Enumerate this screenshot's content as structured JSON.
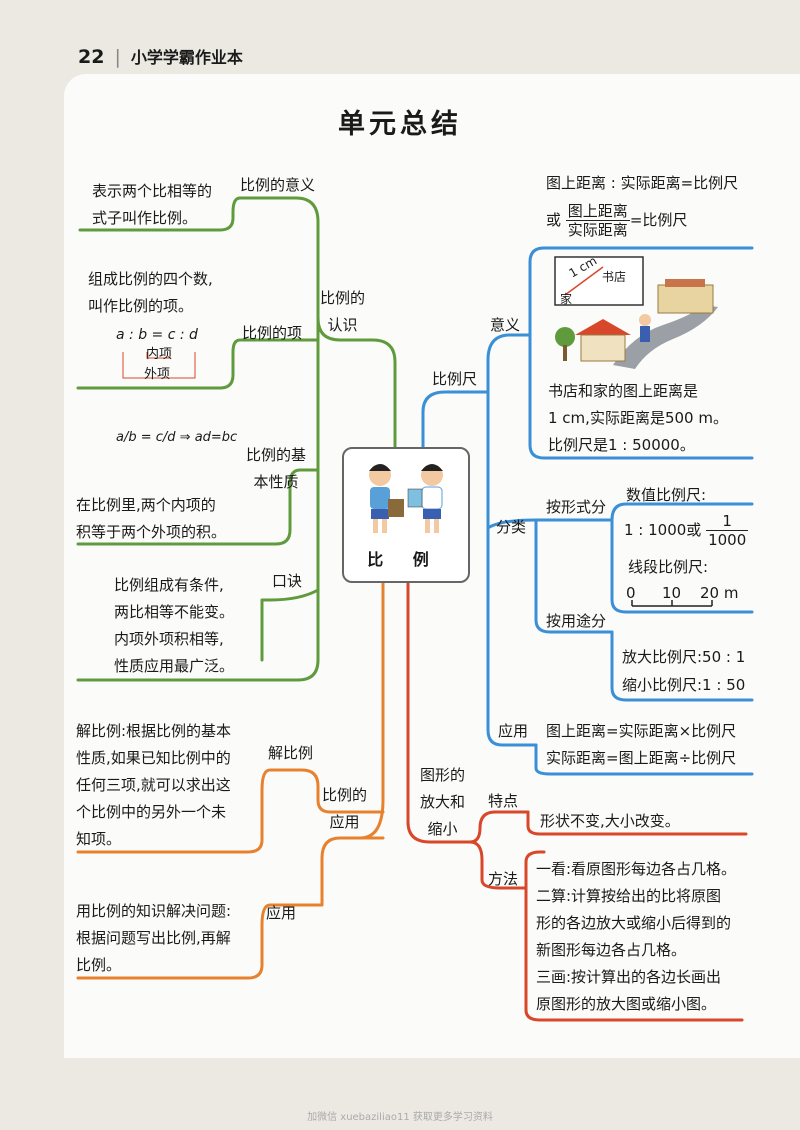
{
  "header": {
    "page_num": "22",
    "book_title": "小学学霸作业本"
  },
  "title": "单元总结",
  "center": "比 例",
  "left": {
    "branch_recognition": {
      "label": [
        "比例的",
        "认识"
      ]
    },
    "meaning": {
      "label": "比例的意义",
      "text": [
        "表示两个比相等的",
        "式子叫作比例。"
      ]
    },
    "terms": {
      "label": "比例的项",
      "text": [
        "组成比例的四个数,",
        "叫作比例的项。"
      ],
      "formula": "a : b = c : d",
      "inner": "内项",
      "outer": "外项"
    },
    "property": {
      "label": [
        "比例的基",
        "本性质"
      ],
      "formula": "a/b = c/d ⇒ ad=bc",
      "text": [
        "在比例里,两个内项的",
        "积等于两个外项的积。"
      ]
    },
    "rhyme": {
      "label": "口诀",
      "text": [
        "比例组成有条件,",
        "两比相等不能变。",
        "内项外项积相等,",
        "性质应用最广泛。"
      ]
    },
    "branch_application": {
      "label": [
        "比例的",
        "应用"
      ]
    },
    "solve": {
      "label": "解比例",
      "text": [
        "解比例:根据比例的基本",
        "性质,如果已知比例中的",
        "任何三项,就可以求出这",
        "个比例中的另外一个未",
        "知项。"
      ]
    },
    "apply": {
      "label": "应用",
      "text": [
        "用比例的知识解决问题:",
        "根据问题写出比例,再解",
        "比例。"
      ]
    }
  },
  "right": {
    "scale": {
      "label": "比例尺",
      "meaning": {
        "label": "意义",
        "formula1": "图上距离 : 实际距离=比例尺",
        "formula2_prefix": "或",
        "formula2_num": "图上距离",
        "formula2_den": "实际距离",
        "formula2_suffix": "=比例尺",
        "pic": {
          "dist": "1 cm",
          "shop": "书店",
          "home": "家"
        },
        "example": [
          "书店和家的图上距离是",
          "1 cm,实际距离是500 m。",
          "比例尺是1 : 50000。"
        ]
      },
      "classify": {
        "label": "分类",
        "by_form": {
          "label": "按形式分",
          "numeric": "数值比例尺:",
          "numeric_ex": "1 : 1000或",
          "numeric_num": "1",
          "numeric_den": "1000",
          "line": "线段比例尺:",
          "ticks": [
            "0",
            "10",
            "20 m"
          ]
        },
        "by_use": {
          "label": "按用途分",
          "enlarge": "放大比例尺:50 : 1",
          "reduce": "缩小比例尺:1 : 50"
        }
      },
      "application": {
        "label": "应用",
        "lines": [
          "图上距离=实际距离×比例尺",
          "实际距离=图上距离÷比例尺"
        ]
      }
    },
    "scaling": {
      "label": [
        "图形的",
        "放大和",
        "缩小"
      ],
      "feature": {
        "label": "特点",
        "text": "形状不变,大小改变。"
      },
      "method": {
        "label": "方法",
        "lines": [
          "一看:看原图形每边各占几格。",
          "二算:计算按给出的比将原图",
          "形的各边放大或缩小后得到的",
          "新图形每边各占几格。",
          "三画:按计算出的各边长画出",
          "原图形的放大图或缩小图。"
        ]
      }
    }
  },
  "colors": {
    "green": "#5f9b3c",
    "blue": "#3a8fd6",
    "orange": "#e8812e",
    "red": "#d9472b"
  },
  "footer": "加微信 xuebaziliao11 获取更多学习资料"
}
